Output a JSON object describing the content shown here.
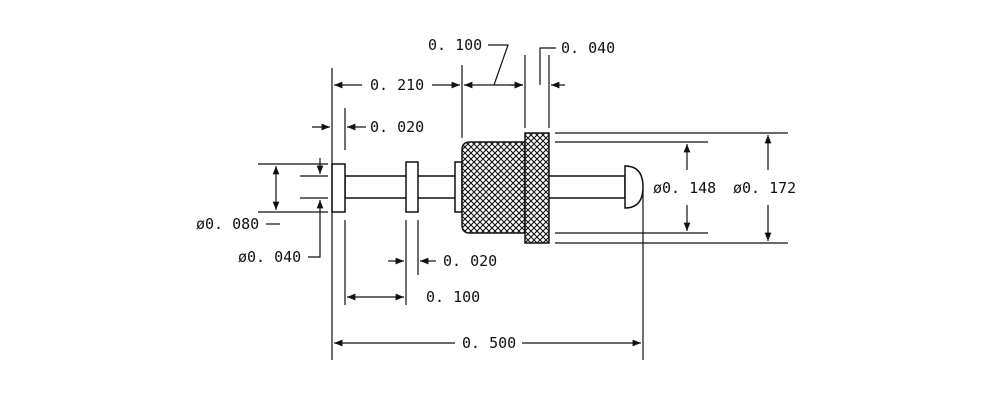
{
  "colors": {
    "ink": "#111111",
    "paper": "#ffffff"
  },
  "dimensions": {
    "d_0100_top": "0. 100",
    "d_0040_top": "0. 040",
    "d_0210": "0. 210",
    "d_0020_upper": "0. 020",
    "d_0148": "ø0. 148",
    "d_0172": "ø0. 172",
    "d_0080": "ø0. 080",
    "d_0040_dia": "ø0. 040",
    "d_0020_lower": "0. 020",
    "d_0100_lower": "0. 100",
    "d_0500": "0. 500"
  }
}
